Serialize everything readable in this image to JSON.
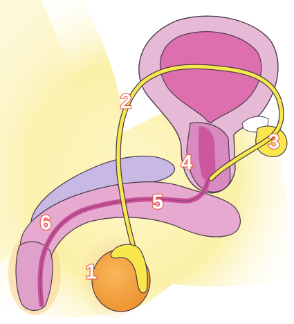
{
  "colors": {
    "background_glow": "#fbf3b6",
    "bladder_outer": "#e6b9d6",
    "bladder_inner": "#dd6fae",
    "shaft_pink": "#e6a9cf",
    "corpus_purple": "#c7b9e3",
    "urethra": "#c84f98",
    "duct_yellow": "#f8e84e",
    "testis_orange": "#f3a33f",
    "outline": "#4a3a4a",
    "label_fill": "#ffffff",
    "label_stroke": "#e8533c"
  },
  "labels": [
    {
      "id": "testis",
      "text": "1"
    },
    {
      "id": "vas-deferens",
      "text": "2"
    },
    {
      "id": "seminal-vesicle",
      "text": "3"
    },
    {
      "id": "prostate",
      "text": "4"
    },
    {
      "id": "urethra",
      "text": "5"
    },
    {
      "id": "penis",
      "text": "6"
    }
  ]
}
